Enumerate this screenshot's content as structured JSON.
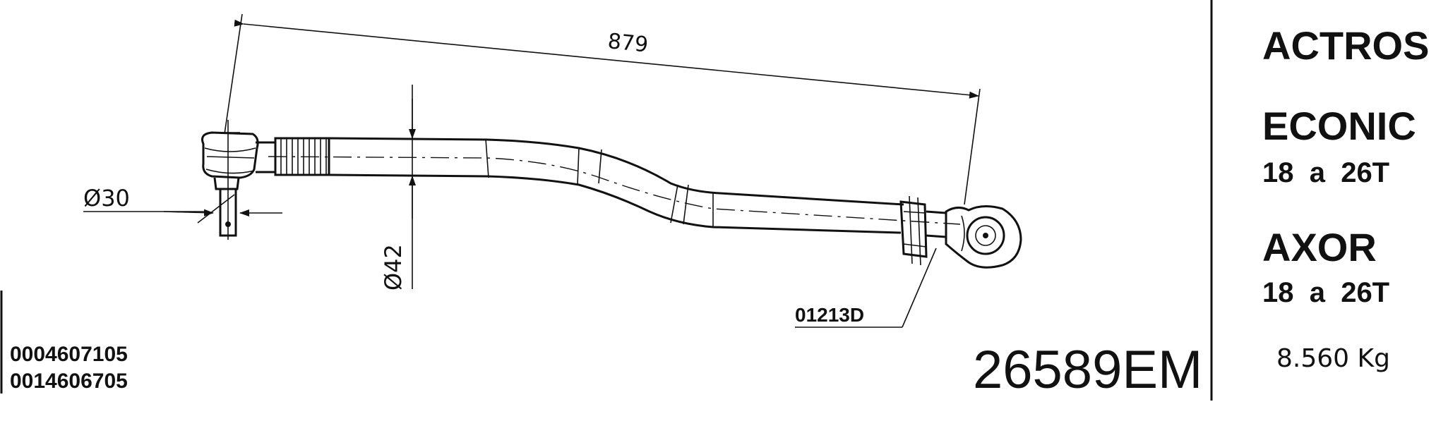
{
  "dimensions": {
    "length": "879",
    "ball_diameter": "Ø30",
    "tube_diameter": "Ø42",
    "clamp_ref": "01213D"
  },
  "oem_numbers": [
    "0004607105",
    "0014606705"
  ],
  "part_number": "26589EM",
  "applications": [
    {
      "model": "ACTROS",
      "tonnage": ""
    },
    {
      "model": "ECONIC",
      "tonnage": "18  a  26T"
    },
    {
      "model": "AXOR",
      "tonnage": "18  a  26T"
    }
  ],
  "weight": "8.560 Kg"
}
